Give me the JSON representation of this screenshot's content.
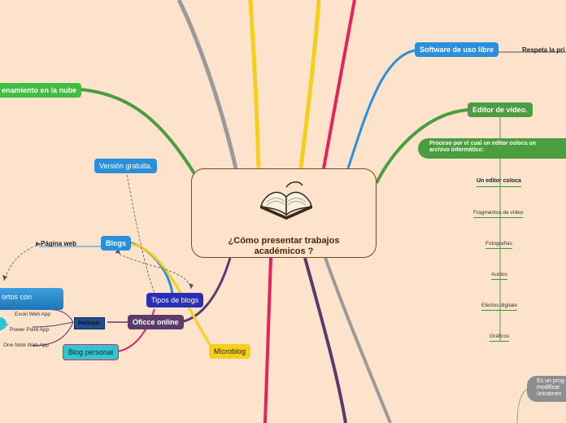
{
  "central": {
    "title_line1": "¿Cómo presentar trabajos",
    "title_line2": "académicos ?"
  },
  "nodes": {
    "almacenamiento": "enamiento en la nube",
    "software_libre": "Software de uso libre",
    "respeta": "Respeta la pri",
    "editor_video": "Editor de vídeo.",
    "proceso": "Proceso por el cual un editor coloca un archivo informático:",
    "un_editor": "Un editor coloca",
    "fragmentos": "Fragmentos de vídeo",
    "fotografias": "Fotografías",
    "audios": "Audios",
    "efectos": "Efectos digitale",
    "graficos": "Gráficos",
    "es_un_prog": "Es un prog modificar únicamen",
    "version_gratuita": "Versión gratuita.",
    "blogs": "Blogs",
    "pagina_web": "Página web",
    "tipos_blogs": "Tipos de blogs",
    "office_online": "Oficce online",
    "incluye": "Incluye:",
    "excel": "Excel Web App",
    "powerpoint": "Power Point App",
    "onenote": "One Note Web App",
    "blog_personal": "Blog personal",
    "microblog": "Microblog",
    "cortos": "ortos con"
  },
  "colors": {
    "background": "#fde3cc",
    "green": "#4a9e3f",
    "blue": "#2a8fdc",
    "purple": "#5b3a6e",
    "yellow": "#f5cf1a",
    "crimson": "#e0245e",
    "gray": "#9a9a9a",
    "navy": "#2a2fb8",
    "teal": "#30c6cf"
  }
}
